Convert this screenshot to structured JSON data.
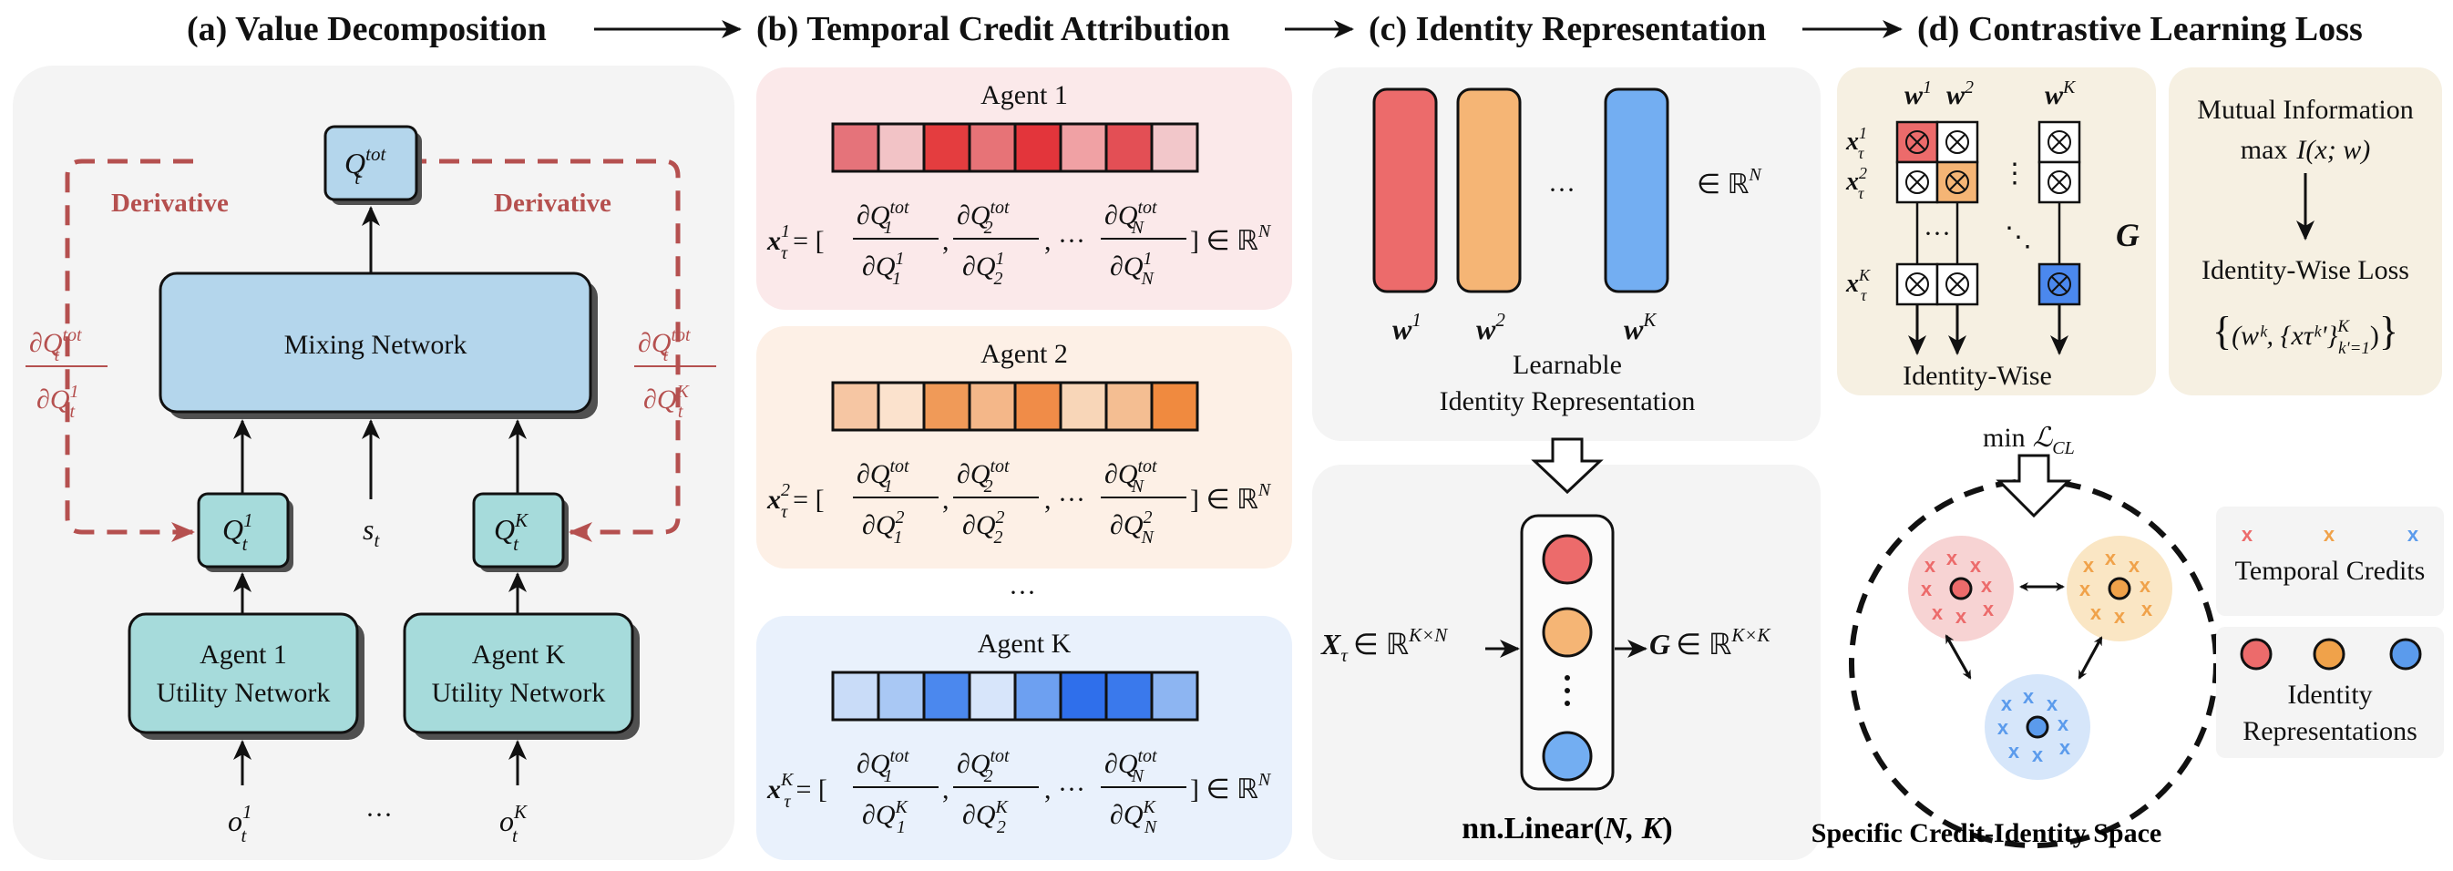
{
  "headers": {
    "a": "(a) Value Decomposition",
    "b": "(b) Temporal Credit Attribution",
    "c": "(c) Identity Representation",
    "d": "(d) Contrastive Learning Loss"
  },
  "panel_a": {
    "qtot_main": "Q",
    "qtot_sub": "t",
    "qtot_sup": "tot",
    "mixing": "Mixing Network",
    "derivative_left": "Derivative",
    "derivative_right": "Derivative",
    "q1_main": "Q",
    "q1_sub": "t",
    "q1_sup": "1",
    "qk_main": "Q",
    "qk_sub": "t",
    "qk_sup": "K",
    "st_main": "s",
    "st_sub": "t",
    "agent1_line1": "Agent 1",
    "agent1_line2": "Utility Network",
    "agentk_line1": "Agent K",
    "agentk_line2": "Utility Network",
    "o1_main": "o",
    "o1_sub": "t",
    "o1_sup": "1",
    "ok_main": "o",
    "ok_sub": "t",
    "ok_sup": "K",
    "ellipsis": "···",
    "frac_left_num": "∂Q",
    "frac_left_num_sup": "tot",
    "frac_left_num_sub": "t",
    "frac_left_den": "∂Q",
    "frac_left_den_sup": "1",
    "frac_left_den_sub": "t",
    "frac_right_num": "∂Q",
    "frac_right_num_sup": "tot",
    "frac_right_num_sub": "t",
    "frac_right_den": "∂Q",
    "frac_right_den_sup": "K",
    "frac_right_den_sub": "t"
  },
  "panel_b": {
    "agents": [
      {
        "title": "Agent 1",
        "sup": "1",
        "den_sup": "1",
        "colors": [
          "#e5737a",
          "#f2c3c6",
          "#e43d3f",
          "#e77377",
          "#e3353b",
          "#f0a1a4",
          "#e34f55",
          "#f2c7ca"
        ]
      },
      {
        "title": "Agent 2",
        "sup": "2",
        "den_sup": "2",
        "colors": [
          "#f6c6a3",
          "#fbe2cd",
          "#f09a58",
          "#f4b789",
          "#f08c48",
          "#f8d6b8",
          "#f4be92",
          "#f08a3f"
        ]
      },
      {
        "title": "Agent K",
        "sup": "K",
        "den_sup": "K",
        "colors": [
          "#c9dcf8",
          "#a9c8f4",
          "#4b88ee",
          "#d7e5fa",
          "#6da0f1",
          "#2f6feb",
          "#3a79ec",
          "#8db5f2"
        ]
      }
    ],
    "ellipsis": "···",
    "x_main": "x",
    "tau": "τ",
    "dQ": "∂Q",
    "tot": "tot",
    "sub1": "1",
    "sub2": "2",
    "subN": "N",
    "in_rn": "∈ ℝ",
    "N": "N"
  },
  "panel_c": {
    "w_labels": [
      "w",
      "w",
      "w"
    ],
    "w_sups": [
      "1",
      "2",
      "K"
    ],
    "ellipsis": "···",
    "in_rn": "∈ ℝ",
    "N": "N",
    "learnable_line1": "Learnable",
    "learnable_line2": "Identity Representation",
    "X_main": "X",
    "tau": "τ",
    "in_r": "∈ ℝ",
    "KxN": "K×N",
    "G_main": "G",
    "KxK": "K×K",
    "linear": "nn.Linear(",
    "linear_args": "N, K",
    "linear_close": ")",
    "bar_colors": [
      "#ec6b6b",
      "#f5b575",
      "#73aef2"
    ],
    "circle_colors": [
      "#ec6b6b",
      "#f5b575",
      "#73aef2"
    ]
  },
  "panel_d": {
    "w_sups": [
      "1",
      "2",
      "K"
    ],
    "x_sups": [
      "1",
      "2",
      "K"
    ],
    "G": "G",
    "identity_wise": "Identity-Wise",
    "mi_line1": "Mutual Information",
    "mi_max": "max",
    "mi_expr": "I(x; w)",
    "identity_loss": "Identity-Wise Loss",
    "loss_expr": "(wᵏ, {xτᵏ'}",
    "loss_range": "K",
    "loss_range_sub": "k'=1",
    "min_label": "min",
    "L": "ℒ",
    "L_sub": "CL",
    "x_mark": "x",
    "temporal_credits": "Temporal Credits",
    "identity_line1": "Identity",
    "identity_line2": "Representations",
    "space_label": "Specific Credit-Identity Space",
    "cluster_colors": [
      "#ec6b6b",
      "#f0a24a",
      "#5b9bec"
    ],
    "cluster_bg": [
      "#f7d3d3",
      "#fae6c4",
      "#d6e6fa"
    ]
  }
}
